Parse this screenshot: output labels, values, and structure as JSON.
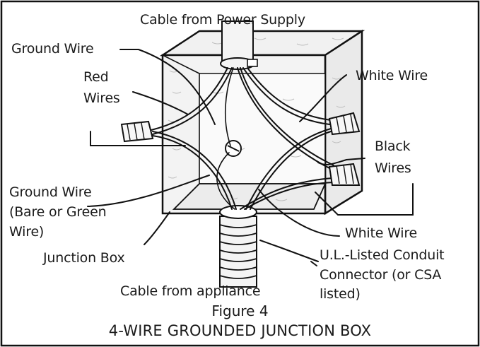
{
  "labels": {
    "cable_power": "Cable from Power Supply",
    "ground_wire_top": "Ground Wire",
    "red_wires_1": "Red",
    "red_wires_2": "Wires",
    "white_wire_top": "White Wire",
    "black_wires_1": "Black",
    "black_wires_2": "Wires",
    "ground_wire_bottom_1": "Ground Wire",
    "ground_wire_bottom_2": "(Bare or Green",
    "ground_wire_bottom_3": "Wire)",
    "white_wire_bottom": "White Wire",
    "junction_box": "Junction Box",
    "conduit_1": "U.L.-Listed Conduit",
    "conduit_2": "Connector (or CSA",
    "conduit_3": "listed)",
    "cable_appliance": "Cable from appliance"
  },
  "caption": {
    "figure": "Figure 4",
    "title": "4-WIRE GROUNDED JUNCTION BOX"
  },
  "colors": {
    "line": "#111111",
    "box_fill": "#f1f1f1",
    "wood_texture": "#bdbdbd",
    "background": "#ffffff"
  }
}
